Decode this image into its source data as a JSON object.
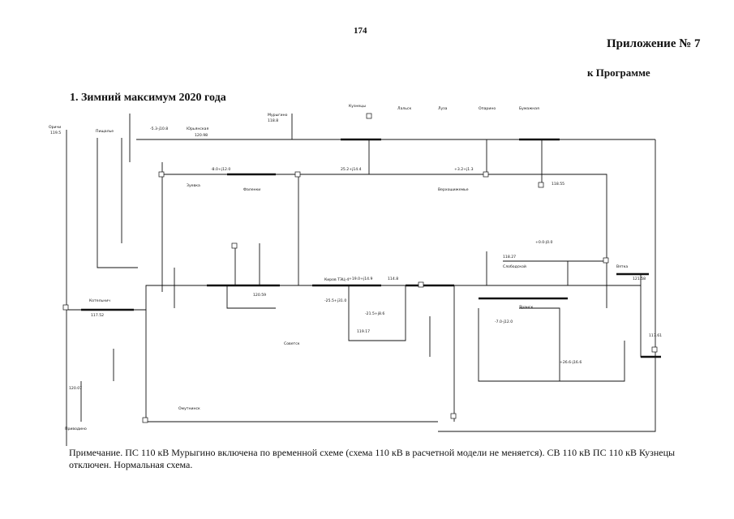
{
  "page_number": "174",
  "header": {
    "appendix": "Приложение № 7",
    "program": "к Программе"
  },
  "section_title": "1. Зимний максимум 2020 года",
  "note": "Примечание. ПС 110 кВ Мурыгино включена по временной схеме (схема 110 кВ в расчетной модели не меняется). СВ 110 кВ ПС 110 кВ Кузнецы отключен. Нормальная схема.",
  "diagram": {
    "nodes": [
      {
        "label": "Оричи"
      },
      {
        "label": "Пищалье"
      },
      {
        "label": "Юрьянская"
      },
      {
        "label": "Мурыгино"
      },
      {
        "label": "Кузнецы"
      },
      {
        "label": "Котельнич"
      },
      {
        "label": "Киров ТЭЦ-4"
      },
      {
        "label": "Вятка"
      },
      {
        "label": "Приводино"
      },
      {
        "label": "Лальск"
      },
      {
        "label": "Луза"
      },
      {
        "label": "Опарино"
      },
      {
        "label": "Бумажная"
      },
      {
        "label": "Зуевка"
      },
      {
        "label": "Фаленки"
      },
      {
        "label": "Верхошижемье"
      },
      {
        "label": "Советск"
      },
      {
        "label": "Слободской"
      },
      {
        "label": "Яранск"
      },
      {
        "label": "Омутнинск"
      }
    ],
    "values": [
      {
        "text": "119.5"
      },
      {
        "text": "117.52"
      },
      {
        "text": "120.59"
      },
      {
        "text": "114.8"
      },
      {
        "text": "118.27"
      },
      {
        "text": "121.58"
      },
      {
        "text": "120.98"
      },
      {
        "text": "118.8"
      },
      {
        "text": "119.17"
      },
      {
        "text": "118.55"
      },
      {
        "text": "120.07"
      },
      {
        "text": "117.61"
      },
      {
        "text": "-5.3-j10.8"
      },
      {
        "text": "-8.0+j12.0"
      },
      {
        "text": "+3.2+j1.3"
      },
      {
        "text": "-25.5+j31.0"
      },
      {
        "text": "+19.0+j14.9"
      },
      {
        "text": "-7.0-j12.0"
      },
      {
        "text": "25.2+j14.4"
      },
      {
        "text": "+26.6-j16.6"
      },
      {
        "text": "-21.5+j8.6"
      },
      {
        "text": "+0.0-j0.0"
      }
    ]
  }
}
